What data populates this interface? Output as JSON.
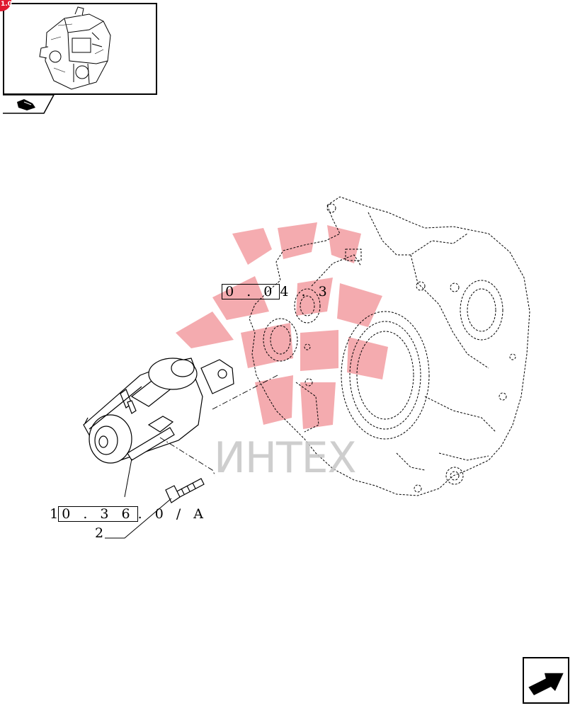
{
  "page": {
    "badge_text": "1.0",
    "watermark_text": "ИНТЕХ"
  },
  "callouts": {
    "ref_upper": {
      "boxed": "0 . 0",
      "rest": "4 . 3"
    },
    "ref_lower": {
      "prefix": "1",
      "boxed": "0 . 3 6",
      "rest": ". 0 / A"
    },
    "item_2": "2"
  },
  "icons": {
    "thumbnail": "engine-thumbnail-icon",
    "tab": "book-tab-icon",
    "nav": "next-page-arrow-icon",
    "watermark": "intech-logo-watermark"
  },
  "colors": {
    "watermark_red": "#e8474f",
    "watermark_gray": "#c9c9c9",
    "line": "#000000"
  }
}
